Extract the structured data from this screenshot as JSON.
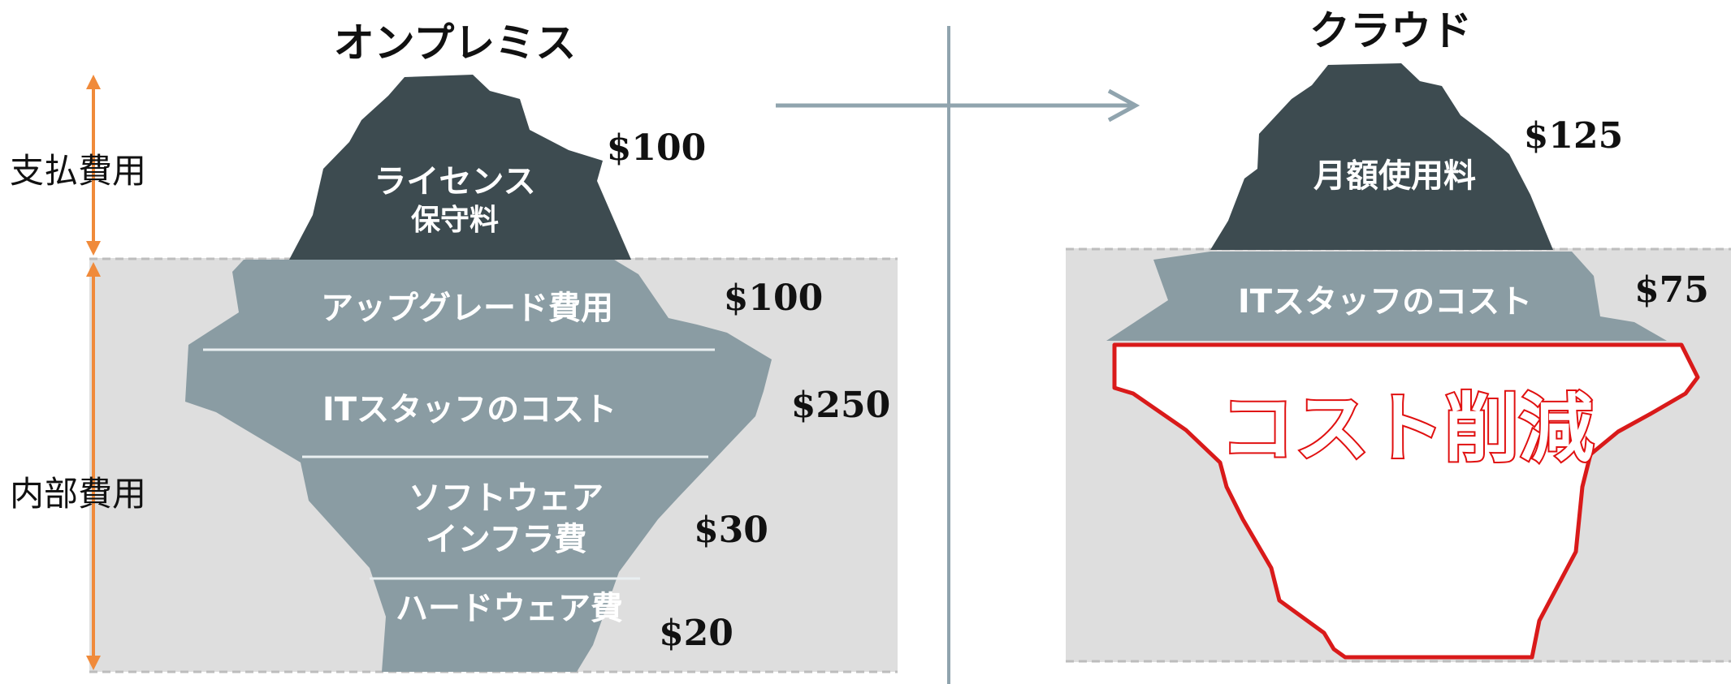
{
  "onprem": {
    "title": "オンプレミス",
    "axis_labels": {
      "payment": "支払費用",
      "internal": "内部費用"
    },
    "tip": {
      "label_line1": "ライセンス",
      "label_line2": "保守料",
      "price": "$100"
    },
    "layers": [
      {
        "label": "アップグレード費用",
        "price": "$100"
      },
      {
        "label": "ITスタッフのコスト",
        "price": "$250"
      },
      {
        "label_line1": "ソフトウェア",
        "label_line2": "インフラ費",
        "price": "$30"
      },
      {
        "label": "ハードウェア費",
        "price": "$20"
      }
    ]
  },
  "cloud": {
    "title": "クラウド",
    "tip": {
      "label": "月額使用料",
      "price": "$125"
    },
    "layers": [
      {
        "label": "ITスタッフのコスト",
        "price": "$75"
      }
    ],
    "reduction_label": "コスト削減"
  },
  "colors": {
    "tip": "#3d4b50",
    "layer": "#8a9ca3",
    "water": "#dedede",
    "axis_arrow": "#f08a3a",
    "divider": "#90a4ae",
    "reduction_outline": "#d91a1a"
  }
}
